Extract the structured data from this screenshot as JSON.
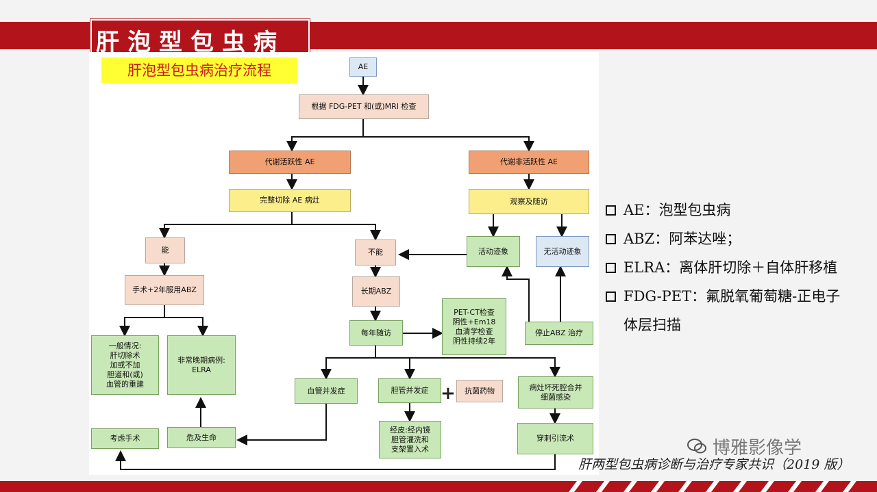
{
  "header": {
    "title": "肝泡型包虫病",
    "subtitle": "肝泡型包虫病治疗流程"
  },
  "flowchart": {
    "nodes": {
      "ae": "AE",
      "check": "根据 FDG-PET 和(或)MRI 检查",
      "active": "代谢活跃性 AE",
      "inactive": "代谢非活跃性 AE",
      "resect": "完整切除 AE 病灶",
      "observe": "观察及随访",
      "can": "能",
      "cannot": "不能",
      "active_signs": "活动迹象",
      "no_active_signs": "无活动迹象",
      "surgery_abz": "手术+2年服用ABZ",
      "long_abz": "长期ABZ",
      "yearly": "每年随访",
      "petct": "PET-CT检查\n阴性+Em18\n血清学检查\n阴性持续2年",
      "stop_abz": "停止ABZ 治疗",
      "general": "一般情况:\n肝切除术\n加或不加\n胆道和(或)\n血管的重建",
      "elra": "非常晚期病例:\nELRA",
      "vascular": "血管并发症",
      "biliary": "胆管并发症",
      "antibiotic": "抗菌药物",
      "necrosis": "病灶坏死腔合并\n细菌感染",
      "consider_surgery": "考虑手术",
      "life_threat": "危及生命",
      "percutaneous": "经皮:经内镜\n胆管灌洗和\n支架置入术",
      "puncture": "穿刺引流术"
    }
  },
  "legend": {
    "items": [
      "AE：泡型包虫病",
      "ABZ：阿苯达唑；",
      "ELRA：离体肝切除＋自体肝移植",
      "FDG-PET：氟脱氧葡萄糖-正电子"
    ],
    "continuation": "体层扫描"
  },
  "watermark": "博雅影像学",
  "source": "肝两型包虫病诊断与治疗专家共识（2019 版）",
  "colors": {
    "brand_red": "#b3141b",
    "subtitle_bg": "#ffff33",
    "orange": "#f0a072",
    "yellow": "#fbee8b",
    "green": "#c9e8b7",
    "pink": "#f7dccd",
    "blue": "#dde8f5"
  }
}
